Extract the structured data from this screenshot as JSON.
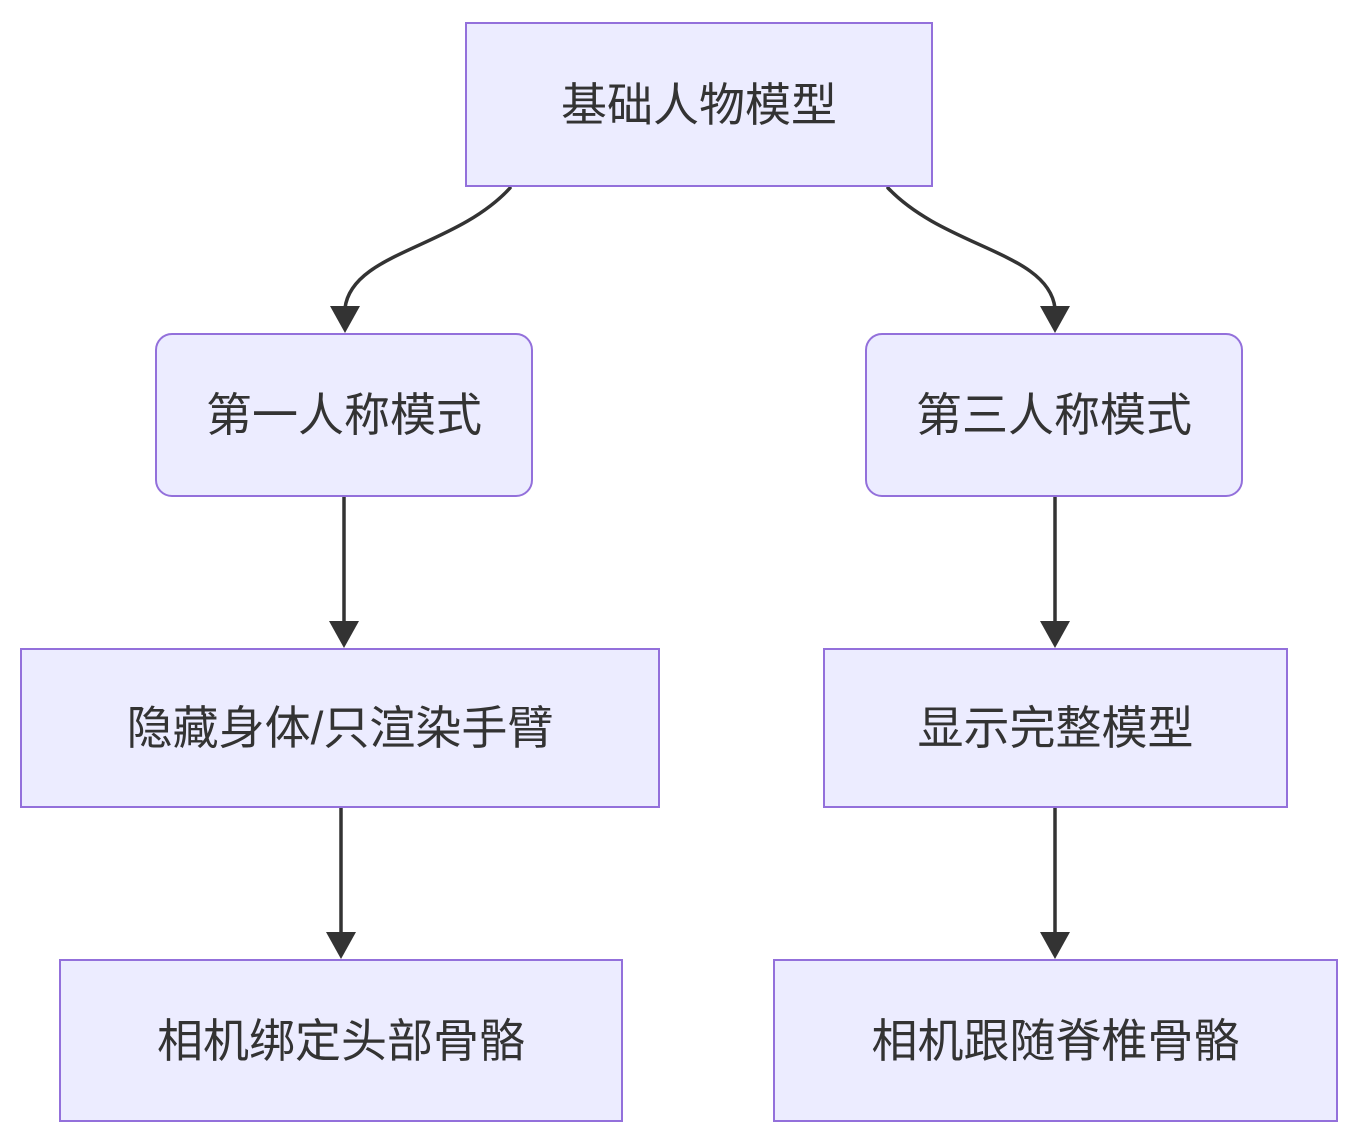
{
  "diagram": {
    "type": "flowchart",
    "direction": "top-to-bottom",
    "background": "#FFFFFF",
    "colors": {
      "node_fill": "#ECECFF",
      "node_border": "#9370DB",
      "text": "#333333",
      "edge": "#333333"
    },
    "nodes": [
      {
        "id": "A",
        "label": "基础人物模型",
        "shape": "rectangle"
      },
      {
        "id": "B",
        "label": "第一人称模式",
        "shape": "rounded-rectangle"
      },
      {
        "id": "C",
        "label": "第三人称模式",
        "shape": "rounded-rectangle"
      },
      {
        "id": "D",
        "label": "隐藏身体/只渲染手臂",
        "shape": "rectangle"
      },
      {
        "id": "E",
        "label": "显示完整模型",
        "shape": "rectangle"
      },
      {
        "id": "F",
        "label": "相机绑定头部骨骼",
        "shape": "rectangle"
      },
      {
        "id": "G",
        "label": "相机跟随脊椎骨骼",
        "shape": "rectangle"
      }
    ],
    "edges": [
      {
        "from": "基础人物模型",
        "to": "第一人称模式",
        "style": "curved-arrow"
      },
      {
        "from": "基础人物模型",
        "to": "第三人称模式",
        "style": "curved-arrow"
      },
      {
        "from": "第一人称模式",
        "to": "隐藏身体/只渲染手臂",
        "style": "straight-arrow"
      },
      {
        "from": "第三人称模式",
        "to": "显示完整模型",
        "style": "straight-arrow"
      },
      {
        "from": "隐藏身体/只渲染手臂",
        "to": "相机绑定头部骨骼",
        "style": "straight-arrow"
      },
      {
        "from": "显示完整模型",
        "to": "相机跟随脊椎骨骼",
        "style": "straight-arrow"
      }
    ]
  }
}
